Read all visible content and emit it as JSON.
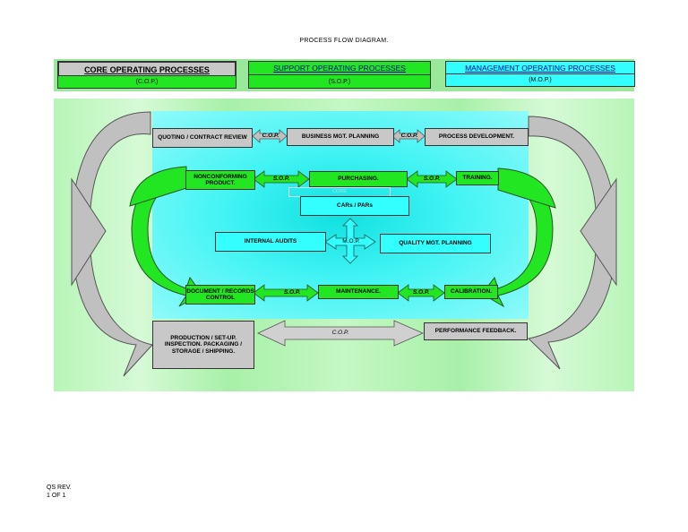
{
  "title": "PROCESS FLOW DIAGRAM.",
  "headers": {
    "cop": {
      "label": "CORE OPERATING PROCESSES",
      "sub": "(C.O.P.)"
    },
    "sop": {
      "label": "SUPPORT OPERATING PROCESSES",
      "sub": "(S.O.P.)"
    },
    "mop": {
      "label": "MANAGEMENT OPERATING PROCESSES",
      "sub": "(M.O.P.)"
    }
  },
  "nodes": {
    "quoting": "QUOTING / CONTRACT REVIEW",
    "business": "BUSINESS MGT. PLANNING",
    "process_dev": "PROCESS DEVELOPMENT.",
    "nonconforming": "NONCONFORMING PRODUCT.",
    "purchasing": "PURCHASING.",
    "training": "TRAINING.",
    "core_faint": "CORE",
    "cars": "CARs / PARs",
    "internal_audits": "INTERNAL AUDITS",
    "quality": "QUALITY MGT. PLANNING",
    "document": "DOCUMENT / RECORDS CONTROL",
    "maintenance": "MAINTENANCE.",
    "calibration": "CALIBRATION.",
    "production": "PRODUCTION / SET-UP. INSPECTION. PACKAGING / STORAGE / SHIPPING.",
    "performance": "PERFORMANCE FEEDBACK."
  },
  "connectors": {
    "cop1": "C.O.P.",
    "cop2": "C.O.P.",
    "sop1": "S.O.P.",
    "sop2": "S.O.P.",
    "sop3": "S.O.P.",
    "sop4": "S.O.P.",
    "mop": "M.O.P.",
    "cop_bottom": "C.O.P."
  },
  "footer": {
    "line1": "QS   REV.",
    "line2": "1 OF 1"
  },
  "colors": {
    "green": "#22e622",
    "cyan": "#33ffff",
    "gray": "#c8c8c8"
  }
}
